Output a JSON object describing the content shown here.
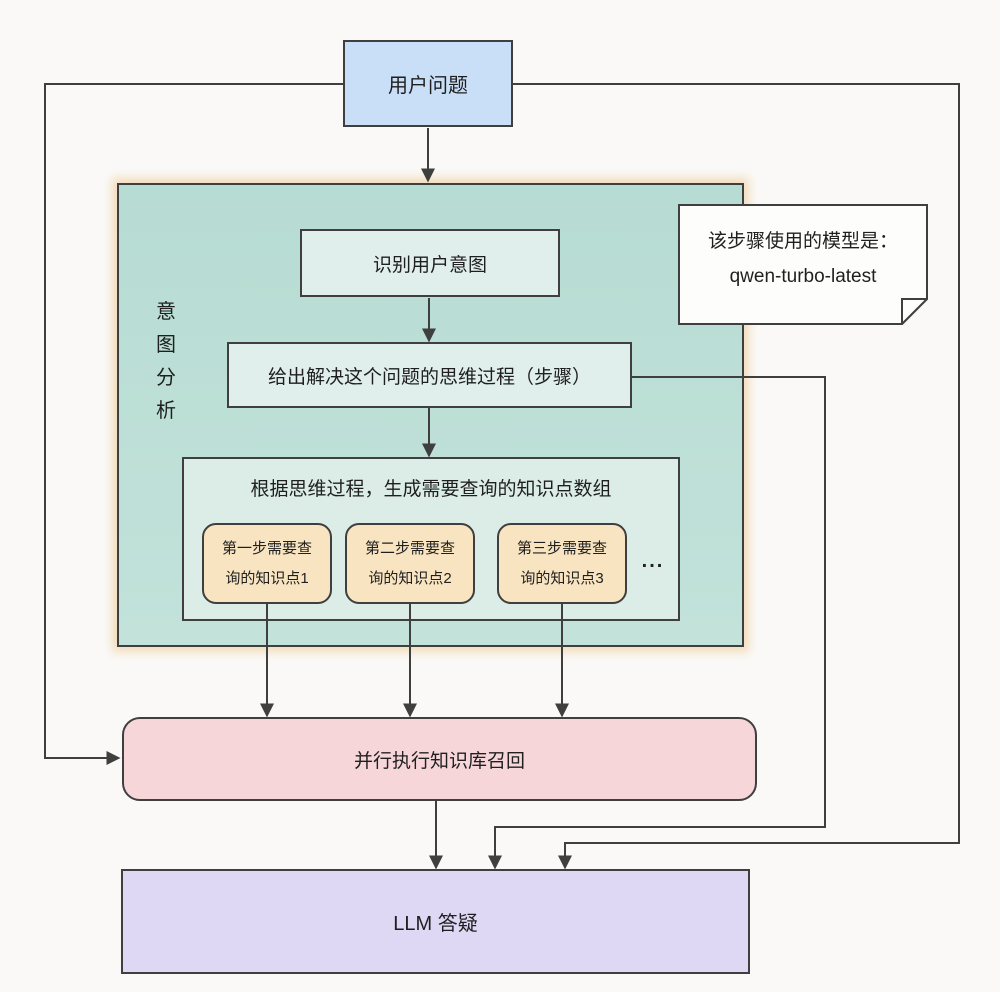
{
  "palette": {
    "bg": "#faf9f7",
    "border": "#3f3f3f",
    "line": "#3f3f3f",
    "text": "#1f1f1f",
    "blue": "#c9dff8",
    "teal": "#b7dcd3",
    "mint": "#e0efeb",
    "orange": "#f8e4c1",
    "pink": "#f7d6da",
    "purple": "#ded8f4",
    "note": "#fdfdfc",
    "glow": "#f2dcba"
  },
  "nodes": {
    "user_question": {
      "label": "用户问题"
    },
    "intent_group": {
      "chars": [
        "意",
        "图",
        "分",
        "析"
      ]
    },
    "recognize_intent": {
      "label": "识别用户意图"
    },
    "thinking_process": {
      "label": "给出解决这个问题的思维过程（步骤）"
    },
    "knowledge_array": {
      "title": "根据思维过程，生成需要查询的知识点数组",
      "items": [
        "第一步需要查\n询的知识点1",
        "第二步需要查\n询的知识点2",
        "第三步需要查\n询的知识点3"
      ],
      "ellipsis": "..."
    },
    "note": {
      "text": "该步骤使用的模型是：\nqwen-turbo-latest"
    },
    "parallel_recall": {
      "label": "并行执行知识库召回"
    },
    "llm_qa": {
      "label": "LLM 答疑"
    }
  }
}
